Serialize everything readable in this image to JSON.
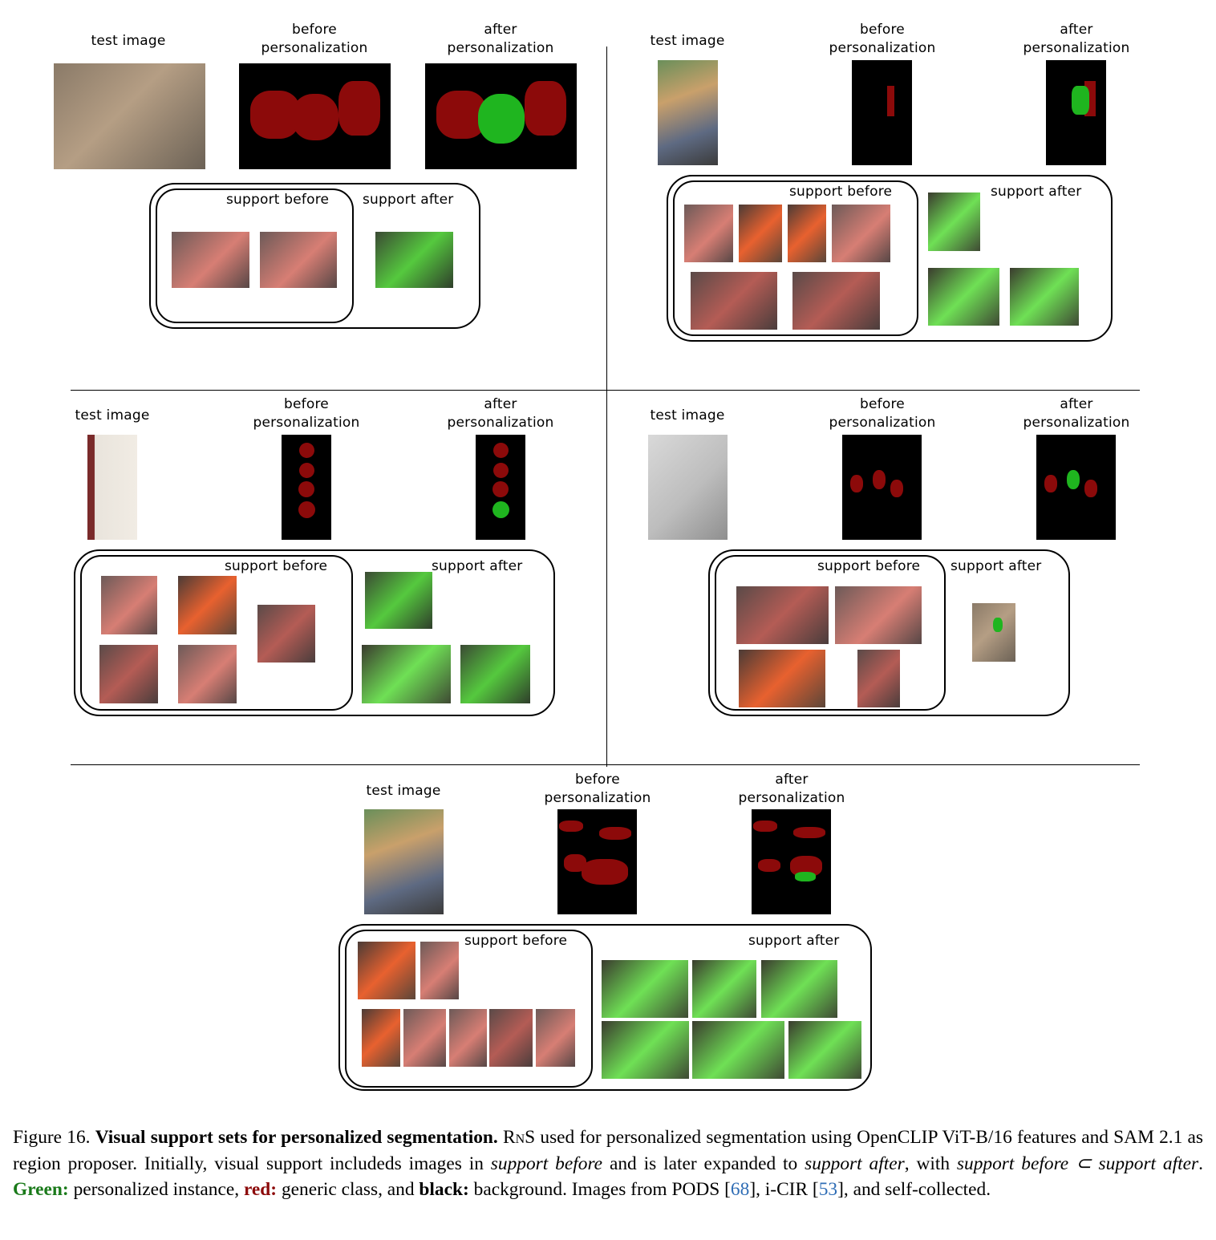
{
  "labels": {
    "test_image": "test image",
    "before_line1": "before",
    "after_line1": "after",
    "personalization": "personalization",
    "support_before": "support before",
    "support_after": "support after"
  },
  "caption": {
    "figure_num": "Figure 16.",
    "title": "Visual support sets for personalized segmentation.",
    "method": "RnS",
    "text1": " used for personalized segmentation using OpenCLIP ViT-B/16 features and SAM 2.1 as region proposer. Initially, visual support includeds images in ",
    "em1": "support before",
    "text2": " and is later expanded to ",
    "em2": "support after",
    "text3": ", with ",
    "em3": "support before ⊂ support after",
    "text4": ". ",
    "green_label": "Green:",
    "text5": " personalized instance, ",
    "red_label": "red:",
    "text6": " generic class, and ",
    "black_label": "black:",
    "text7": " background. Images from PODS [",
    "cite1": "68",
    "text8": "], i-CIR [",
    "cite2": "53",
    "text9": "], and self-collected."
  },
  "colors": {
    "personalized": "#1fb51f",
    "generic": "#8c0a0a",
    "background": "#000000",
    "cite": "#2f6db5"
  }
}
